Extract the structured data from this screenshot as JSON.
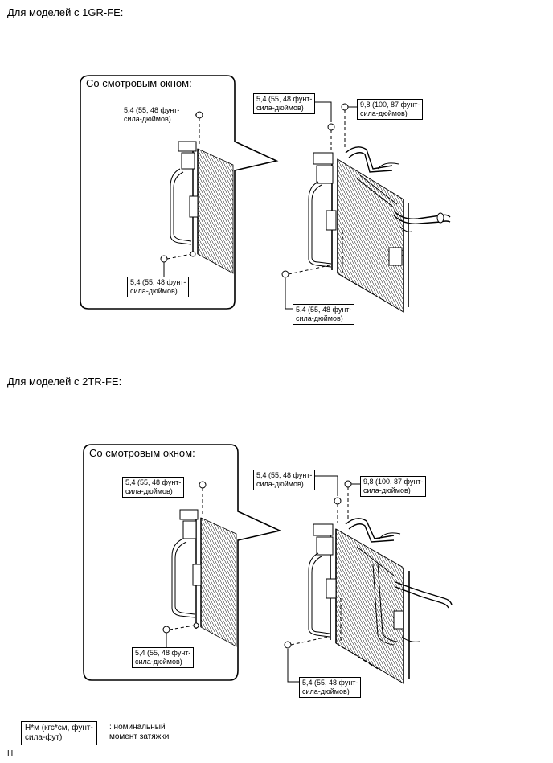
{
  "sections": [
    {
      "heading": "Для моделей с 1GR-FE:",
      "inset_title": "Со смотровым окном:",
      "callouts": {
        "inset_top": "5,4 (55, 48 фунт-\nсила-дюймов)",
        "inset_bottom": "5,4 (55, 48 фунт-\nсила-дюймов)",
        "main_top_left": "5,4 (55, 48 фунт-\nсила-дюймов)",
        "main_top_right": "9,8 (100, 87 фунт-\nсила-дюймов)",
        "main_bottom": "5,4 (55, 48 фунт-\nсила-дюймов)"
      }
    },
    {
      "heading": "Для моделей с 2TR-FE:",
      "inset_title": "Со смотровым окном:",
      "callouts": {
        "inset_top": "5,4 (55, 48 фунт-\nсила-дюймов)",
        "inset_bottom": "5,4 (55, 48 фунт-\nсила-дюймов)",
        "main_top_left": "5,4 (55, 48 фунт-\nсила-дюймов)",
        "main_top_right": "9,8 (100, 87 фунт-\nсила-дюймов)",
        "main_bottom": "5,4 (55, 48 фунт-\nсила-дюймов)"
      }
    }
  ],
  "legend": {
    "box": "Н*м (кгс*см, фунт-\nсила-фут)",
    "text": ": номинальный\nмомент затяжки"
  },
  "corner_mark": "H"
}
